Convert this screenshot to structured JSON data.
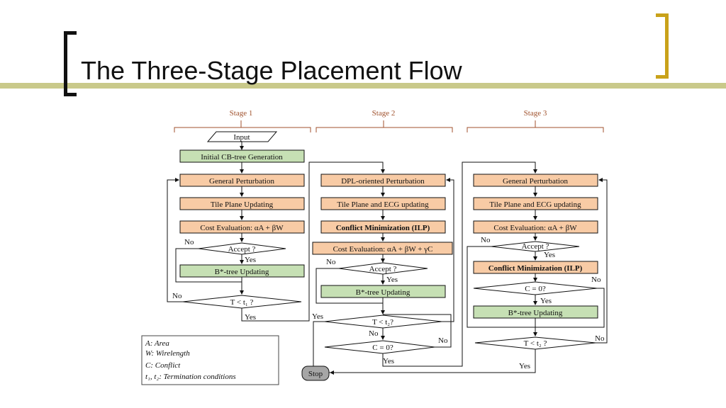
{
  "slide": {
    "title": "The Three-Stage Placement Flow"
  },
  "colors": {
    "accent_bar": "#c9c98a",
    "left_bracket": "#111111",
    "right_bracket": "#c9a21a",
    "green_box": "#c6e0b4",
    "orange_box": "#f8cba5",
    "stage_label": "#a0522d"
  },
  "flow": {
    "stages": [
      "Stage 1",
      "Stage 2",
      "Stage 3"
    ],
    "stage1": {
      "input": "Input",
      "init": "Initial CB-tree Generation",
      "perturb": "General Perturbation",
      "tile": "Tile Plane Updating",
      "cost": "Cost Evaluation: αA + βW",
      "accept": "Accept ?",
      "update": "B*-tree Updating",
      "temp": "T < t₁ ?",
      "no1": "No",
      "yes1": "Yes",
      "no2": "No",
      "yes2": "Yes"
    },
    "stage2": {
      "perturb": "DPL-oriented Perturbation",
      "tile": "Tile Plane and ECG updating",
      "conflict": "Conflict Minimization (ILP)",
      "cost": "Cost Evaluation: αA + βW + γC",
      "accept": "Accept ?",
      "update": "B*-tree Updating",
      "temp": "T < t₂?",
      "c0": "C = 0?",
      "no1": "No",
      "yes1": "Yes",
      "no2": "No",
      "yes2": "Yes",
      "no3": "No",
      "yes3": "Yes"
    },
    "stage3": {
      "perturb": "General Perturbation",
      "tile": "Tile Plane and ECG updating",
      "cost": "Cost Evaluation: αA + βW",
      "accept": "Accept ?",
      "conflict": "Conflict Minimization (ILP)",
      "c0": "C = 0?",
      "update": "B*-tree Updating",
      "temp": "T < t₂ ?",
      "no1": "No",
      "yes1": "Yes",
      "no2": "No",
      "yes2": "Yes",
      "no3": "No",
      "yes3": "Yes"
    },
    "stop": "Stop",
    "legend": [
      "A: Area",
      "W: Wirelength",
      "C: Conflict",
      "t₁, t₂: Termination conditions"
    ]
  }
}
